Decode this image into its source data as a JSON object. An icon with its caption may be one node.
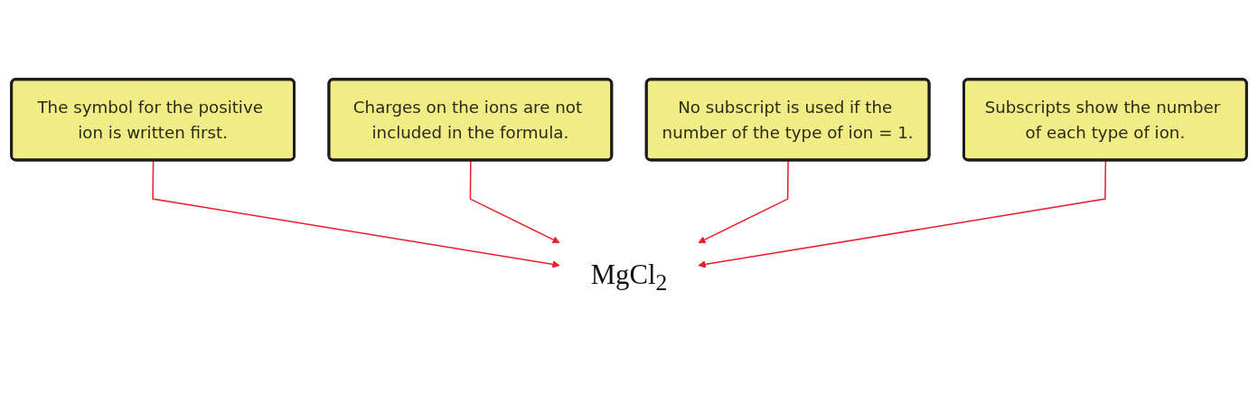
{
  "diagram": {
    "nodes": [
      {
        "text": [
          "The symbol for the positive ion is written first."
        ]
      },
      {
        "text": [
          "Charges on the ions are not included in the formula."
        ]
      },
      {
        "text": [
          "MgCl$_{2}$"
        ]
      },
      {
        "text": [
          "No subscript is used if the number of the type of ion = 1."
        ]
      },
      {
        "text": [
          "Subscripts show the number of each type of ion."
        ]
      }
    ],
    "edges": [
      {
        "from": 0,
        "to": 2,
        "arrow": "to"
      },
      {
        "from": 1,
        "to": 2,
        "arrow": "to"
      },
      {
        "from": 3,
        "to": 2,
        "arrow": "to"
      },
      {
        "from": 4,
        "to": 2,
        "arrow": "to"
      }
    ]
  }
}
